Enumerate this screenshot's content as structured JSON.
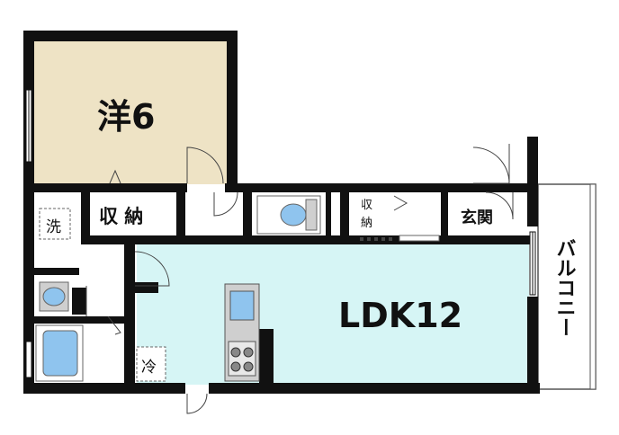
{
  "title": "",
  "rooms": {
    "western": {
      "label": "洋6",
      "color": "#eee3c5"
    },
    "ldk": {
      "label": "LDK12",
      "color": "#d6f5f5"
    },
    "storage_main": {
      "label": "収 納"
    },
    "storage_small_top": {
      "label": "収"
    },
    "storage_small_bottom": {
      "label": "納"
    },
    "entrance": {
      "label": "玄関"
    },
    "washer": {
      "label": "洗"
    },
    "fridge": {
      "label": "冷"
    },
    "balcony": {
      "label": "バルコニー"
    }
  },
  "colors": {
    "wall": "#111111",
    "fixture_blue": "#8fc4ee",
    "fixture_gray": "#cfcfcf",
    "outline": "#555555"
  }
}
